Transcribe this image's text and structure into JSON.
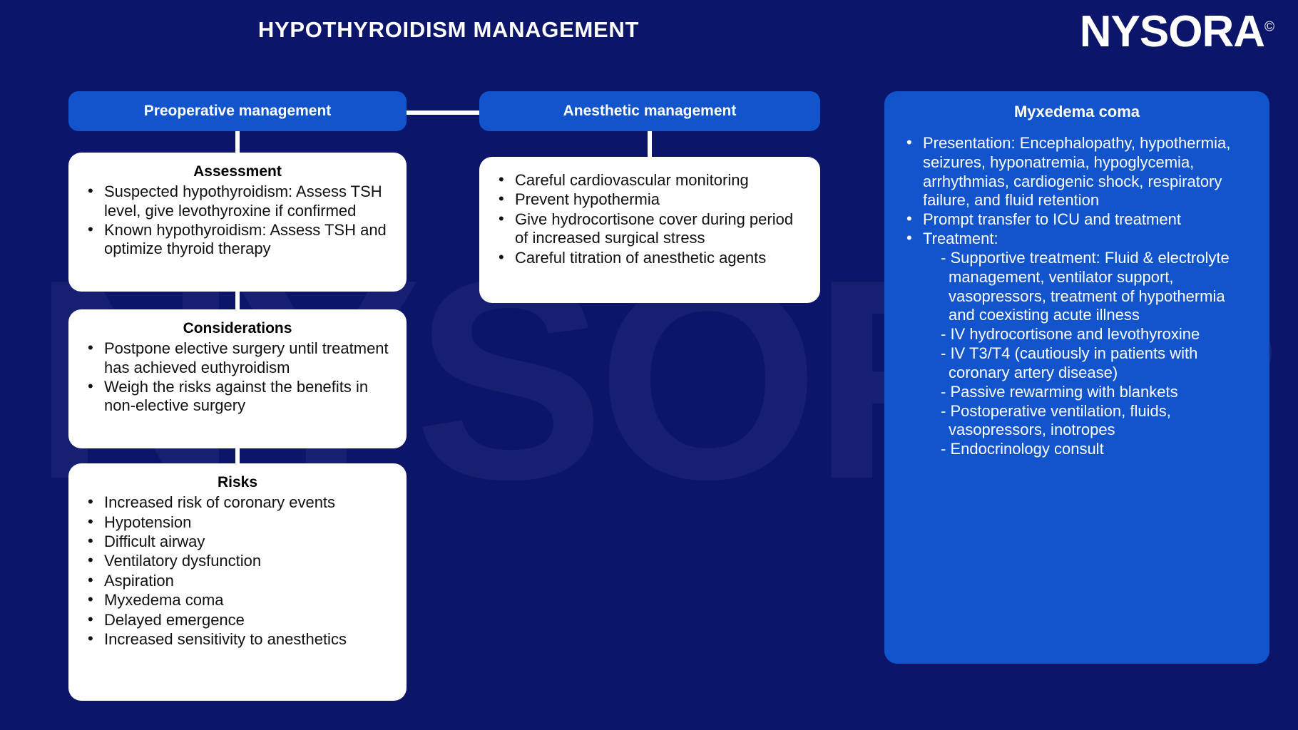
{
  "header": {
    "title": "HYPOTHYROIDISM MANAGEMENT",
    "logo_text": "NYSORA",
    "logo_mark": "©",
    "watermark_text": "NYSORA",
    "watermark_mark": "©"
  },
  "colors": {
    "background": "#0b1569",
    "panel_blue": "#1254cc",
    "card_white": "#ffffff",
    "text_light": "#ffffff",
    "text_dark": "#111111",
    "connector": "#ffffff"
  },
  "columns": [
    {
      "header": "Preoperative management",
      "cards": [
        {
          "title": "Assessment",
          "bullets": [
            "Suspected hypothyroidism: Assess TSH level, give levothyroxine if confirmed",
            "Known hypothyroidism: Assess TSH and optimize thyroid therapy"
          ]
        },
        {
          "title": "Considerations",
          "bullets": [
            "Postpone elective surgery until treatment has achieved euthyroidism",
            "Weigh the risks against the benefits in non-elective surgery"
          ]
        },
        {
          "title": "Risks",
          "bullets": [
            "Increased risk of coronary events",
            "Hypotension",
            "Difficult airway",
            "Ventilatory dysfunction",
            "Aspiration",
            "Myxedema coma",
            "Delayed emergence",
            "Increased sensitivity to anesthetics"
          ]
        }
      ]
    },
    {
      "header": "Anesthetic management",
      "cards": [
        {
          "title": "",
          "bullets": [
            "Careful cardiovascular monitoring",
            "Prevent hypothermia",
            "Give hydrocortisone cover during period of increased surgical stress",
            "Careful titration of anesthetic agents"
          ]
        }
      ]
    }
  ],
  "myxedema": {
    "title": "Myxedema coma",
    "bullets": [
      "Presentation: Encephalopathy, hypothermia, seizures, hyponatremia, hypoglycemia, arrhythmias, cardiogenic shock, respiratory failure, and fluid retention",
      "Prompt transfer to ICU and treatment",
      "Treatment:"
    ],
    "treatment_items": [
      "- Supportive treatment: Fluid & electrolyte management, ventilator support, vasopressors, treatment of hypothermia and coexisting acute illness",
      "- IV hydrocortisone and levothyroxine",
      "- IV T3/T4 (cautiously in patients with coronary artery disease)",
      "- Passive rewarming with blankets",
      "- Postoperative ventilation, fluids, vasopressors, inotropes",
      "- Endocrinology consult"
    ]
  }
}
